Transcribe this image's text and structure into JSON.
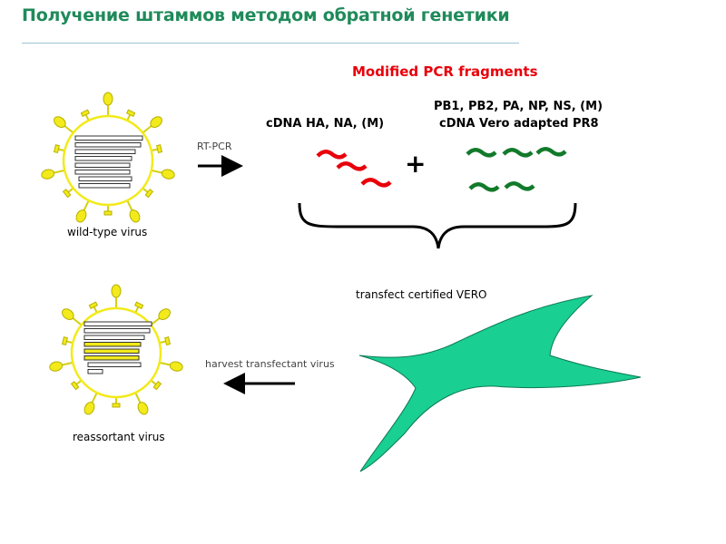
{
  "title": "Получение штаммов методом обратной генетики",
  "pcr_fragments_title": "Modified PCR fragments",
  "cdna_ha_na_label": "cDNA HA, NA, (M)",
  "pb_segments_line1": "PB1, PB2, PA, NP, NS, (M)",
  "pb_segments_line2": "cDNA Vero adapted PR8",
  "plus_sign": "+",
  "rt_pcr_label": "RT-PCR",
  "wild_type_label": "wild-type virus",
  "transfect_label": "transfect certified VERO",
  "harvest_label": "harvest transfectant virus",
  "reassortant_label": "reassortant virus",
  "colors": {
    "title": "#1f8a5a",
    "virus_spikes": "#f2ea1a",
    "virus_envelope": "#f7f58a",
    "red_fragments": "#e8000a",
    "green_fragments": "#127a2a",
    "cell": "#19cf92"
  }
}
